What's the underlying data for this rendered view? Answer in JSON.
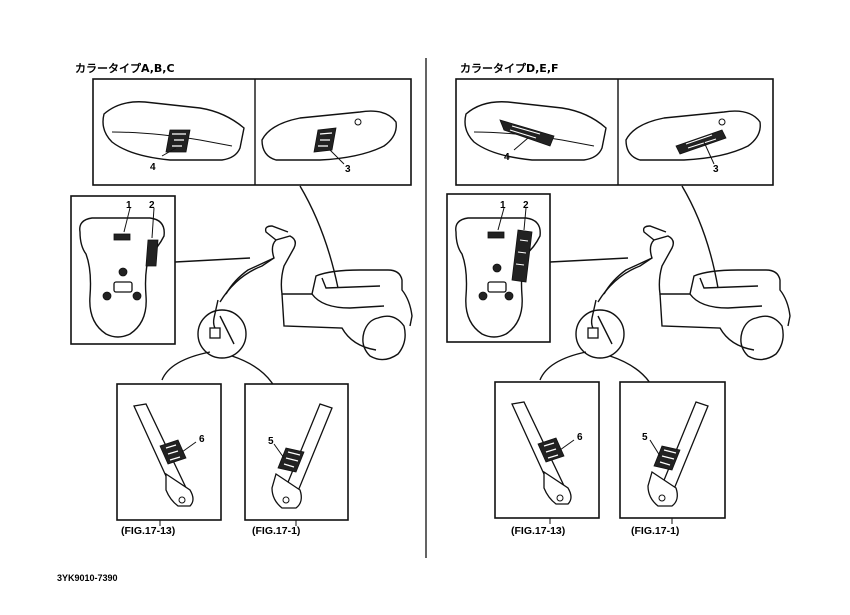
{
  "panels": {
    "left": {
      "title": "カラータイプA,B,C",
      "fig_left": "(FIG.17-13)",
      "fig_right": "(FIG.17-1)"
    },
    "right": {
      "title": "カラータイプD,E,F",
      "fig_left": "(FIG.17-13)",
      "fig_right": "(FIG.17-1)"
    }
  },
  "callouts": [
    "1",
    "2",
    "3",
    "4",
    "5",
    "6"
  ],
  "document_code": "3YK9010-7390"
}
